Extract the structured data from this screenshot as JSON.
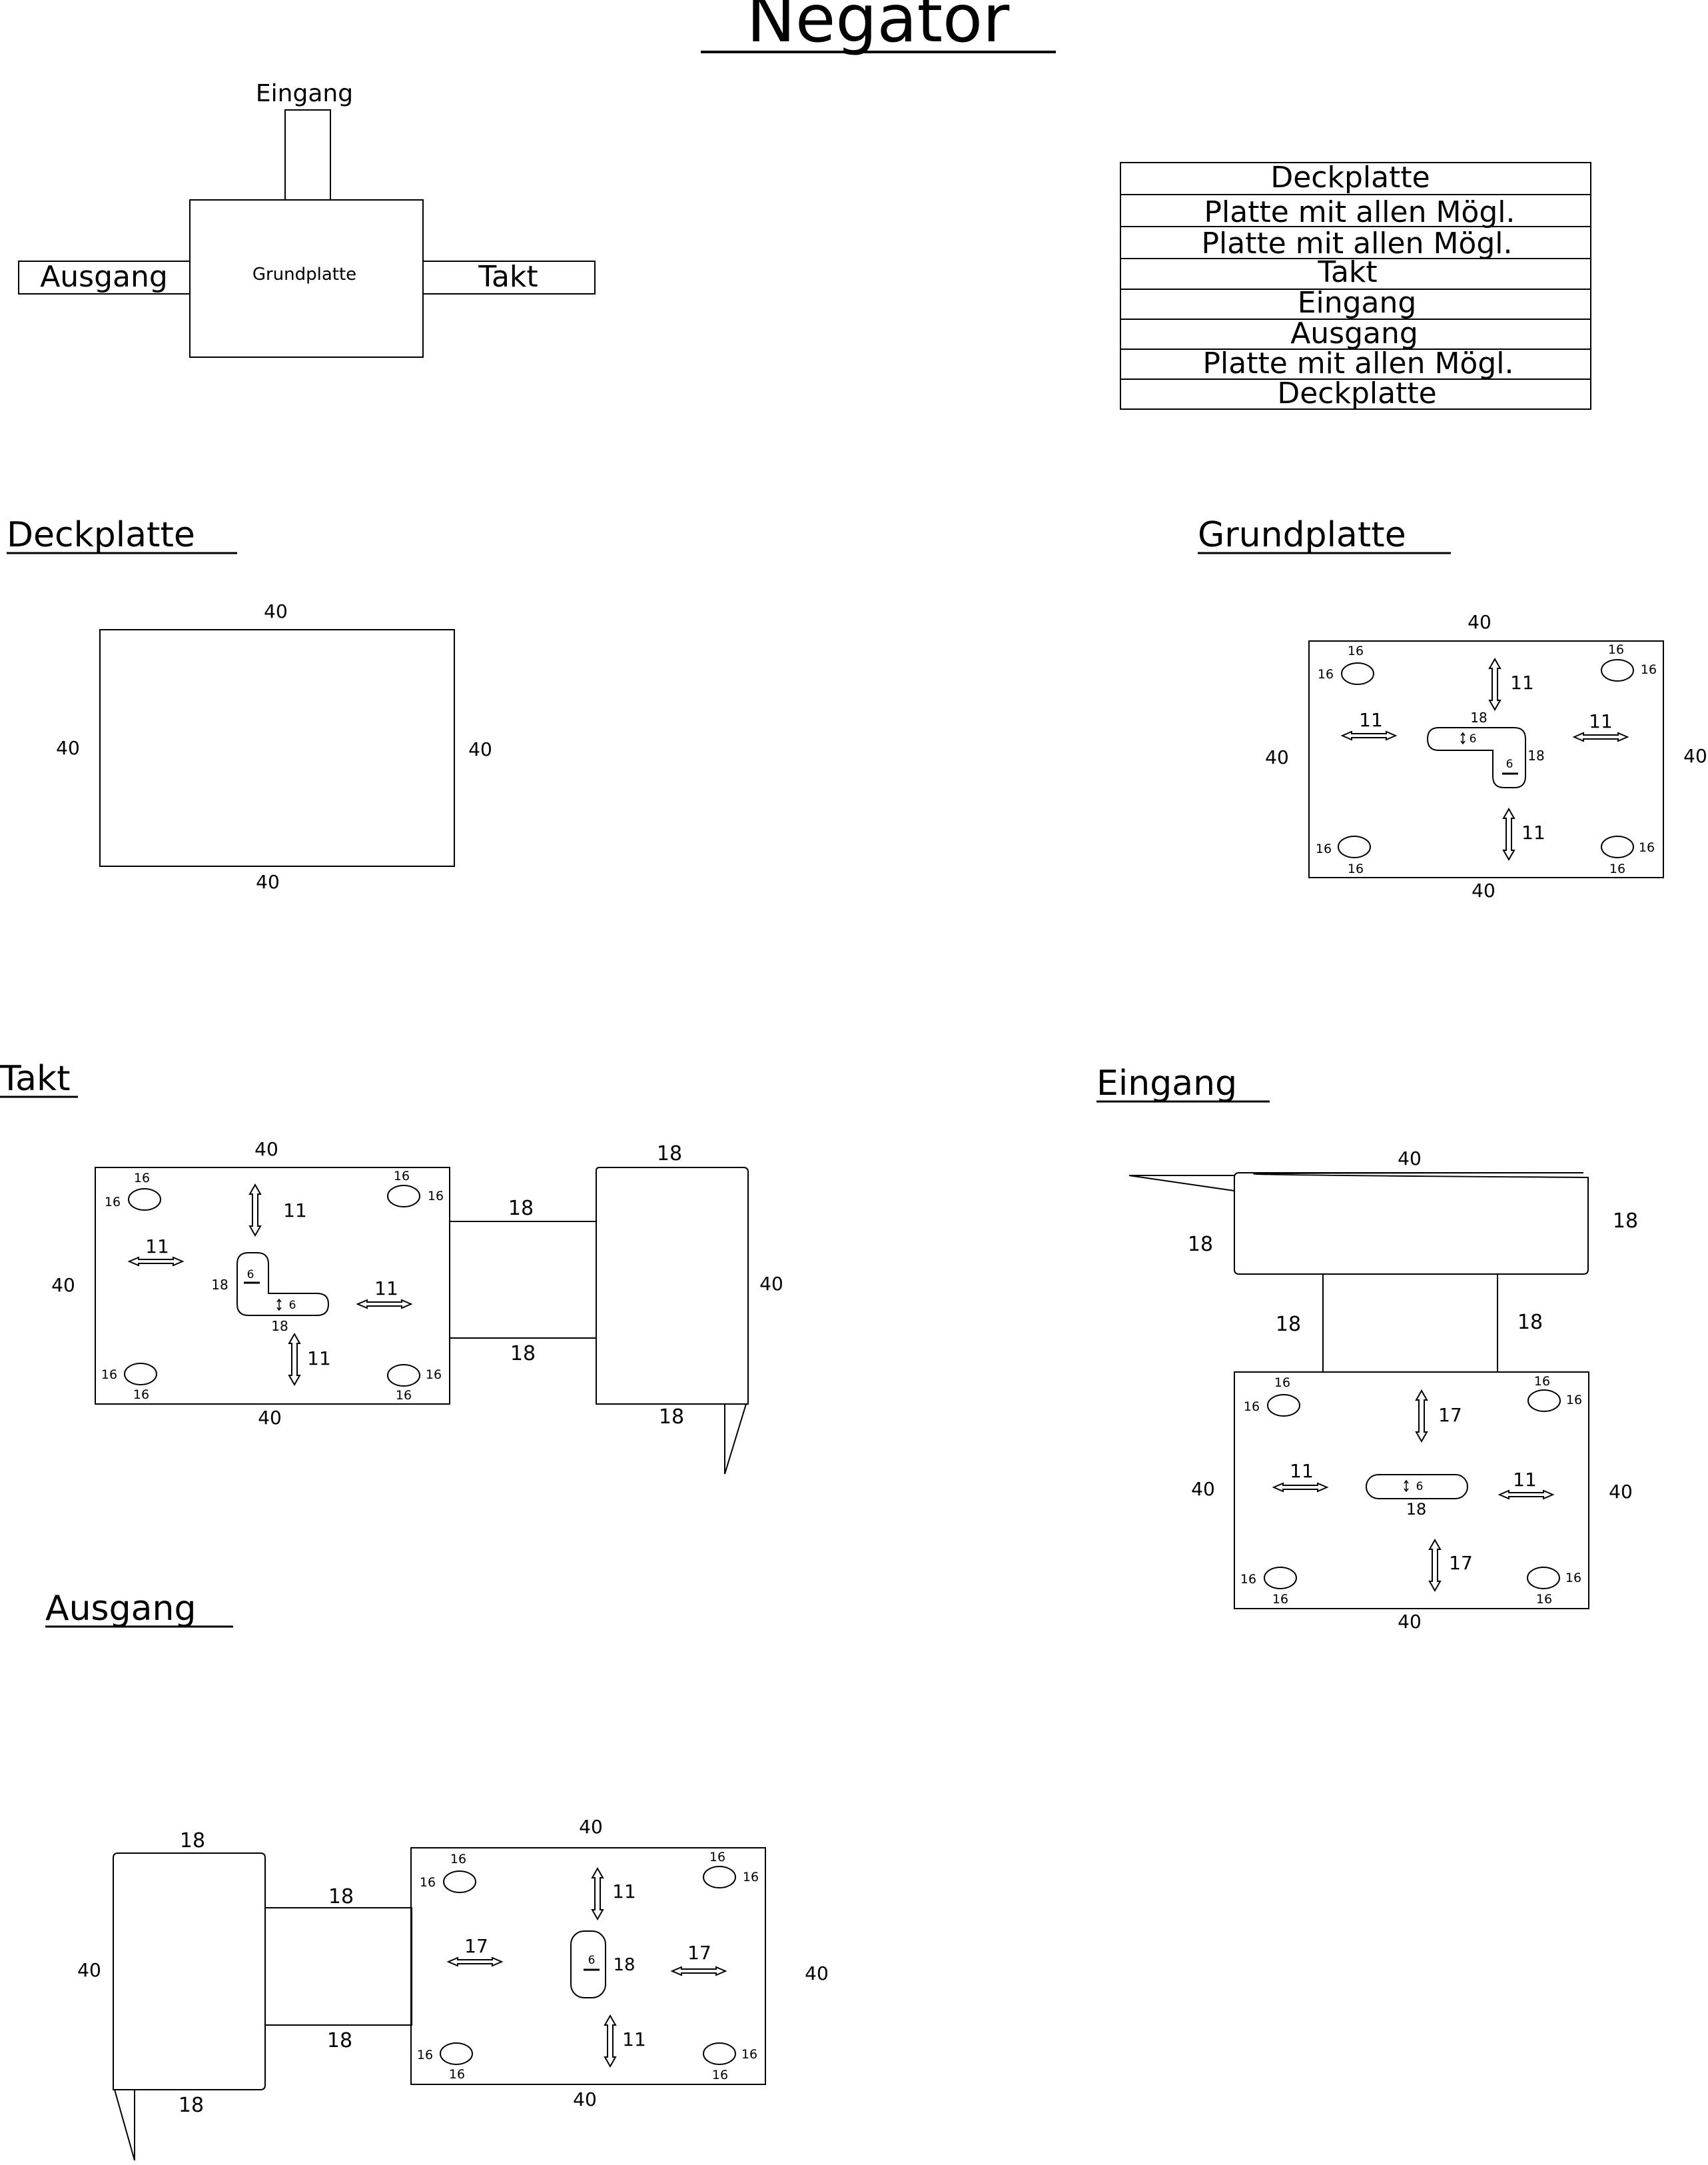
{
  "title": "Negator",
  "overview": {
    "eingang": "Eingang",
    "grundplatte": "Grundplatte",
    "ausgang": "Ausgang",
    "takt": "Takt"
  },
  "layers": [
    "Deckplatte",
    "Platte mit allen Mögl.",
    "Platte mit allen Mögl.",
    "Takt",
    "Eingang",
    "Ausgang",
    "Platte mit allen Mögl.",
    "Deckplatte"
  ],
  "sections": {
    "deckplatte": "Deckplatte",
    "grundplatte": "Grundplatte",
    "takt": "Takt",
    "eingang": "Eingang",
    "ausgang": "Ausgang"
  },
  "dims": {
    "d40": "40",
    "d18": "18",
    "d17": "17",
    "d16": "16",
    "d11": "11",
    "d6": "6"
  }
}
